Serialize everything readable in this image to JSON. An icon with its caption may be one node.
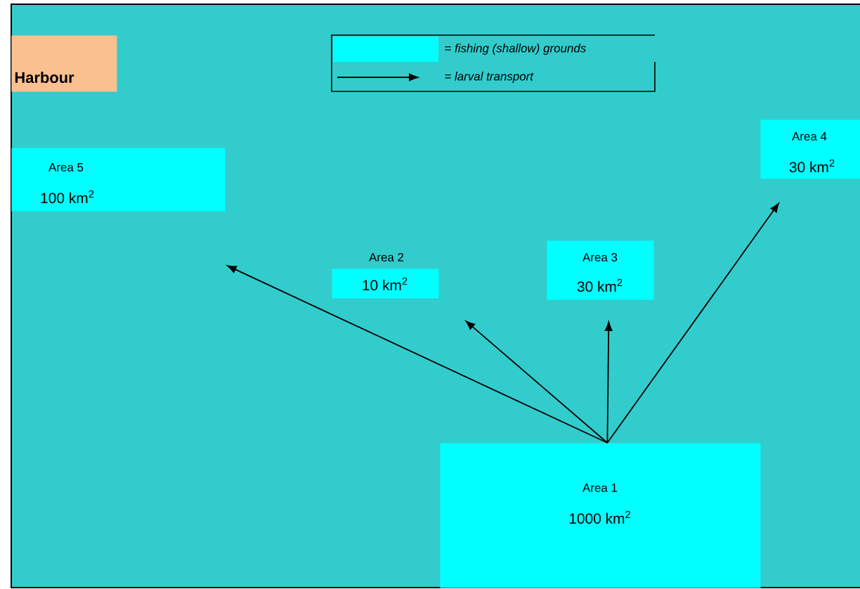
{
  "diagram": {
    "nodes": [
      {
        "text": [
          "Harbour"
        ]
      },
      {
        "text": [
          "Area 4",
          "30 km$^{2}$"
        ]
      },
      {
        "text": [
          "Area 5",
          "100 km$^{2}$"
        ]
      },
      {
        "text": [
          "Area 2",
          "10 km$^{2}$"
        ]
      },
      {
        "text": [
          "Area 3",
          "30 km$^{2}$"
        ]
      },
      {
        "text": [
          "Area 1",
          "1000 km$^{2}$"
        ]
      }
    ],
    "edges": [
      {
        "from": 5,
        "to": 2,
        "arrow": "to"
      },
      {
        "from": 5,
        "to": 3,
        "arrow": "to"
      },
      {
        "from": 5,
        "to": 4,
        "arrow": "to"
      },
      {
        "from": 5,
        "to": 1,
        "arrow": "to"
      }
    ],
    "legend": [
      {
        "text": "= fishing (shallow) grounds",
        "color": "#00ffff"
      },
      {
        "text": "= larval transport"
      }
    ]
  }
}
